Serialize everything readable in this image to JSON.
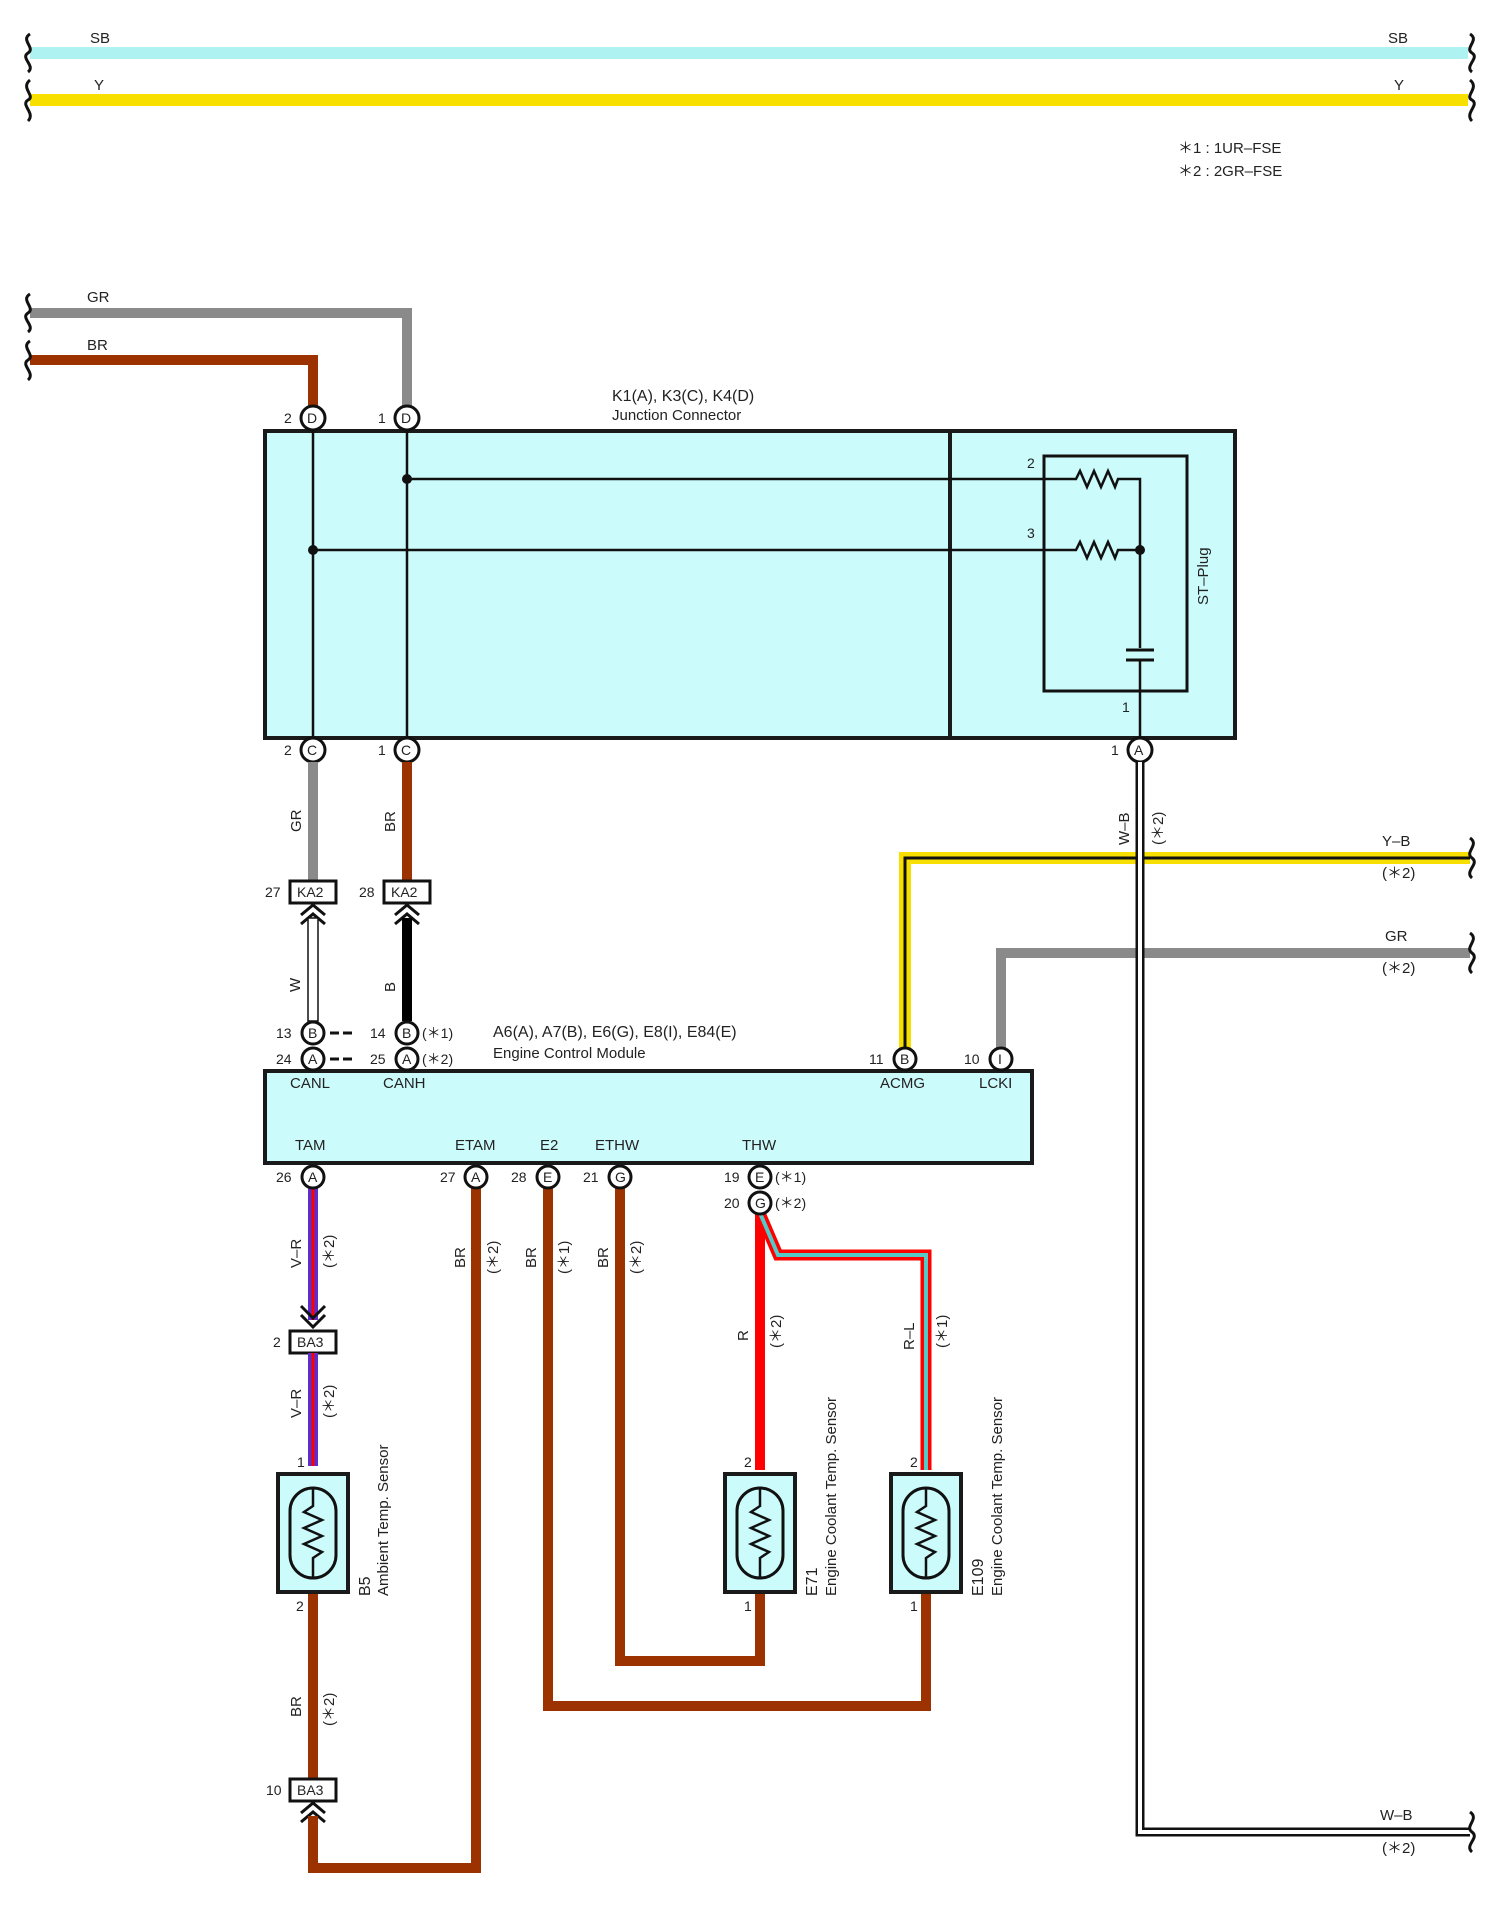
{
  "notes": [
    "＊1 : 1UR–FSE",
    "＊2 : 2GR–FSE"
  ],
  "wire_colors": {
    "SB": "#aef2f2",
    "Y": "#f7df00",
    "GR": "#8a8a8a",
    "BR": "#9b3200",
    "R": "#ff0000",
    "W": "#ffffff",
    "B": "#000000",
    "V": "#5a2fd0",
    "L": "#55c8c8"
  },
  "bus": {
    "top_wire": "SB",
    "bottom_wire": "Y",
    "top_left": "SB",
    "top_right": "SB",
    "bottom_left": "Y",
    "bottom_right": "Y"
  },
  "left_wires": {
    "gr": "GR",
    "br": "BR"
  },
  "junction": {
    "title": "K1(A), K3(C), K4(D)",
    "subtitle": "Junction Connector",
    "st_plug": "ST–Plug",
    "pins_top": [
      {
        "num": "2",
        "letter": "D"
      },
      {
        "num": "1",
        "letter": "D"
      }
    ],
    "pins_bottom": [
      {
        "num": "2",
        "letter": "C"
      },
      {
        "num": "1",
        "letter": "C"
      },
      {
        "num": "1",
        "letter": "A"
      }
    ],
    "plug_pins": [
      "2",
      "3",
      "1"
    ]
  },
  "wires": {
    "gr_down": "GR",
    "br_down": "BR",
    "w": "W",
    "b": "B",
    "wb_vertical": "W–B",
    "wb_vertical_note": "(＊2)",
    "yb": "Y–B",
    "yb_note": "(＊2)",
    "gr_right": "GR",
    "gr_right_note": "(＊2)",
    "wb_bottom": "W–B",
    "wb_bottom_note": "(＊2)",
    "vr1": "V–R",
    "vr1_note": "(＊2)",
    "vr2": "V–R",
    "vr2_note": "(＊2)",
    "br_etam": "BR",
    "br_etam_note": "(＊2)",
    "br_e2": "BR",
    "br_e2_note": "(＊1)",
    "br_ethw": "BR",
    "br_ethw_note": "(＊2)",
    "r": "R",
    "r_note": "(＊2)",
    "rl": "R–L",
    "rl_note": "(＊1)",
    "br_b5": "BR",
    "br_b5_note": "(＊2)"
  },
  "ka2": [
    {
      "num": "27",
      "label": "KA2"
    },
    {
      "num": "28",
      "label": "KA2"
    }
  ],
  "ecm": {
    "title": "A6(A), A7(B), E6(G), E8(I), E84(E)",
    "subtitle": "Engine Control Module",
    "canl": "CANL",
    "canh": "CANH",
    "acmg": "ACMG",
    "lcki": "LCKI",
    "tam": "TAM",
    "etam": "ETAM",
    "e2": "E2",
    "ethw": "ETHW",
    "thw": "THW",
    "top_pins": [
      {
        "num": "13",
        "letter": "B"
      },
      {
        "num": "14",
        "letter": "B",
        "note": "(＊1)"
      },
      {
        "num": "24",
        "letter": "A"
      },
      {
        "num": "25",
        "letter": "A",
        "note": "(＊2)"
      },
      {
        "num": "11",
        "letter": "B"
      },
      {
        "num": "10",
        "letter": "I"
      }
    ],
    "bottom_pins": [
      {
        "num": "26",
        "letter": "A"
      },
      {
        "num": "27",
        "letter": "A"
      },
      {
        "num": "28",
        "letter": "E"
      },
      {
        "num": "21",
        "letter": "G"
      },
      {
        "num": "19",
        "letter": "E",
        "note": "(＊1)"
      },
      {
        "num": "20",
        "letter": "G",
        "note": "(＊2)"
      }
    ]
  },
  "ba3": [
    {
      "num": "2",
      "label": "BA3"
    },
    {
      "num": "10",
      "label": "BA3"
    }
  ],
  "sensors": [
    {
      "code": "B5",
      "name": "Ambient Temp.  Sensor",
      "pin_top": "1",
      "pin_bottom": "2"
    },
    {
      "code": "E71",
      "name": "Engine Coolant Temp.  Sensor",
      "pin_top": "2",
      "pin_bottom": "1"
    },
    {
      "code": "E109",
      "name": "Engine Coolant Temp.  Sensor",
      "pin_top": "2",
      "pin_bottom": "1"
    }
  ]
}
